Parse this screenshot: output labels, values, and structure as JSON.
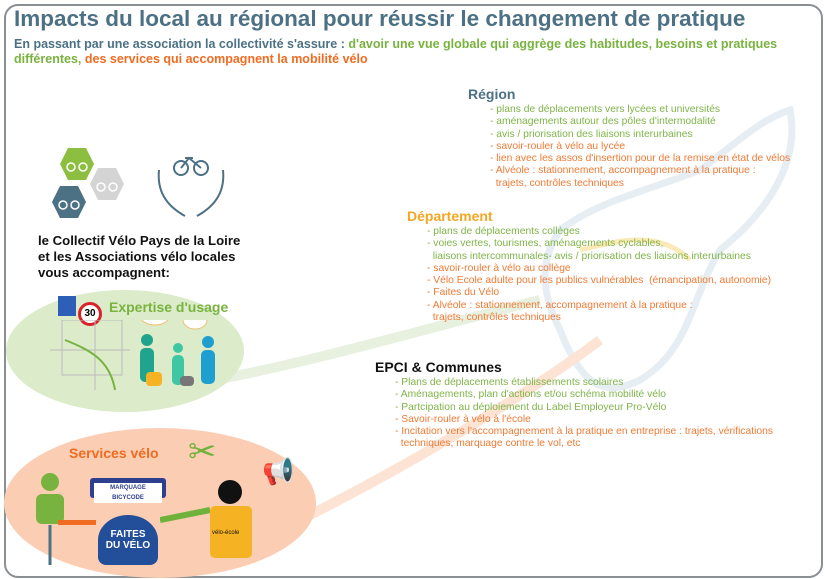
{
  "title": "Impacts du local au régional pour réussir le changement de pratique",
  "subtitle": {
    "part1": "En passant par une association la collectivité s'assure : ",
    "part2": "d'avoir une vue globale qui aggrège des habitudes, besoins et pratiques différentes, ",
    "part3": "des services qui accompagnent la mobilité vélo"
  },
  "colors": {
    "title": "#4c7185",
    "green": "#79b33f",
    "orange": "#ef6c22",
    "departement": "#f5a623"
  },
  "region": {
    "heading": "Région",
    "items": [
      {
        "text": "- plans de déplacements vers lycées et universités",
        "tone": "g"
      },
      {
        "text": "- aménagements autour des pôles d'intermodalité",
        "tone": "g"
      },
      {
        "text": "- avis / priorisation des liaisons interurbaines",
        "tone": "g"
      },
      {
        "text": "- savoir-rouler à vélo au lycée",
        "tone": "o"
      },
      {
        "text": "- lien avec les assos d'insertion pour de la remise en état de vélos",
        "tone": "o"
      },
      {
        "text": "- Alvéole : stationnement, accompagnement à la pratique :\n  trajets, contrôles techniques",
        "tone": "o"
      }
    ]
  },
  "departement": {
    "heading": "Département",
    "items": [
      {
        "text": "- plans de déplacements collèges",
        "tone": "g"
      },
      {
        "text": "- voies vertes, tourismes, aménagements cyclables,\n  liaisons intercommunales- avis / priorisation des liaisons interurbaines",
        "tone": "g"
      },
      {
        "text": "- savoir-rouler à vélo au collège",
        "tone": "o"
      },
      {
        "text": "- Vélo Ecole adulte pour les publics vulnérables  (émancipation, autonomie)",
        "tone": "o"
      },
      {
        "text": "- Faites du Vélo",
        "tone": "o"
      },
      {
        "text": "- Alvéole : stationnement, accompagnement à la pratique :\n  trajets, contrôles techniques",
        "tone": "o"
      }
    ]
  },
  "epci": {
    "heading": "EPCI & Communes",
    "items": [
      {
        "text": "- Plans de déplacements établissements scolaires",
        "tone": "g"
      },
      {
        "text": "- Aménagements, plan d'actions et/ou schéma mobilité vélo",
        "tone": "g"
      },
      {
        "text": "- Partcipation au déploiement du Label Employeur Pro-Vélo",
        "tone": "g"
      },
      {
        "text": "- Savoir-rouler à vélo à l'école",
        "tone": "o"
      },
      {
        "text": "- Incitation vers l'accompagnement à la pratique en entreprise : trajets, vérifications\n  techniques, marquage contre le vol, etc",
        "tone": "o"
      }
    ]
  },
  "collectif_text": "le Collectif Vélo Pays de la Loire\net les Associations vélo locales\nvous accompagnent:",
  "expertise_label": "Expertise d'usage",
  "services_label": "Services vélo",
  "sign_speed": "30",
  "marquage_label": "MARQUAGE BICYCODE",
  "faites_logo": "FAITES DU VÉLO",
  "velo_ecole": "vélo-école"
}
